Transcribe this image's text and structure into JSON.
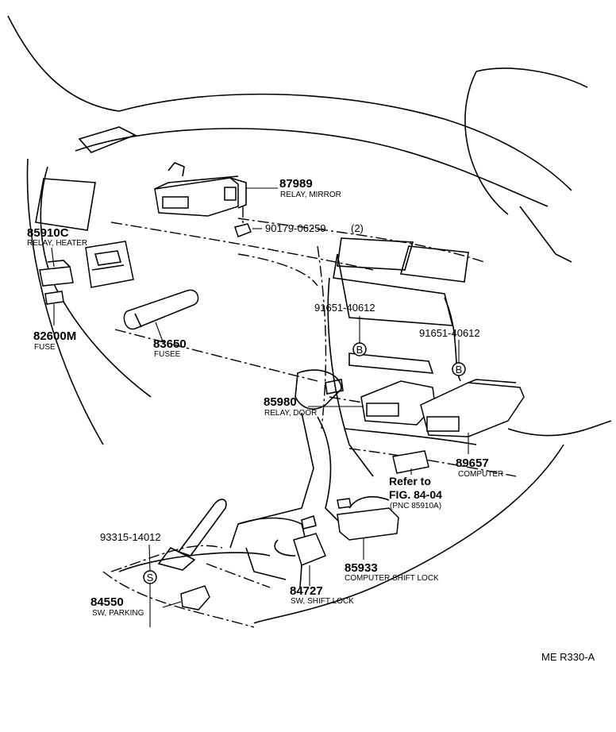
{
  "callouts": [
    {
      "number": "87989",
      "desc": "RELAY, MIRROR"
    },
    {
      "number": "90179-06259",
      "qty": "(2)"
    },
    {
      "number": "85910C",
      "desc": "RELAY, HEATER"
    },
    {
      "number": "82600M",
      "desc": "FUSE"
    },
    {
      "number": "83650",
      "desc": "FUSEE"
    },
    {
      "number": "91651-40612"
    },
    {
      "number": "91651-40612"
    },
    {
      "number": "85980",
      "desc": "RELAY, DOOR"
    },
    {
      "number": "89657",
      "desc": "COMPUTER"
    },
    {
      "number": "93315-14012"
    },
    {
      "number": "85933",
      "desc": "COMPUTER SHIFT LOCK"
    },
    {
      "number": "84727",
      "desc": "SW, SHIFT LOCK"
    },
    {
      "number": "84550",
      "desc": "SW, PARKING"
    }
  ],
  "reference": {
    "line1": "Refer to",
    "line2": "FIG. 84-04",
    "pnc": "(PNC 85910A)"
  },
  "marker_letters": {
    "b": "B",
    "s": "S"
  },
  "drawing_code": "ME R330-A"
}
